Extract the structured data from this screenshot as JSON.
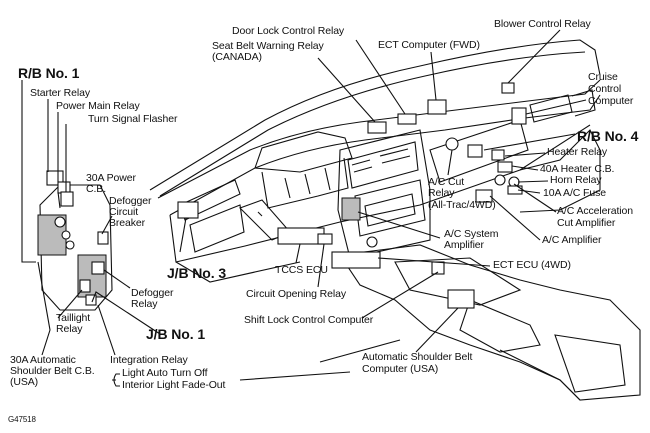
{
  "figure_id": "G47518",
  "labels": {
    "rb_no1": "R/B No. 1",
    "starter_relay": "Starter Relay",
    "power_main_relay": "Power Main Relay",
    "turn_signal_flasher": "Turn Signal Flasher",
    "power_cb_30a_1": "30A Power",
    "power_cb_30a_2": "C.B.",
    "defogger_cb_1": "Defogger",
    "defogger_cb_2": "Circuit",
    "defogger_cb_3": "Breaker",
    "jb_no3": "J/B No. 3",
    "defogger_relay_1": "Defogger",
    "defogger_relay_2": "Relay",
    "taillight_relay_1": "Taillight",
    "taillight_relay_2": "Relay",
    "jb_no1": "J/B No. 1",
    "auto_belt_cb_1": "30A Automatic",
    "auto_belt_cb_2": "Shoulder Belt C.B.",
    "auto_belt_cb_3": "(USA)",
    "integration_relay": "Integration Relay",
    "light_auto_turn_off": "Light Auto Turn Off",
    "interior_light_fade_out": "Interior Light Fade-Out",
    "seat_belt_warning_1": "Seat Belt Warning Relay",
    "seat_belt_warning_2": "(CANADA)",
    "door_lock_control_relay": "Door Lock Control Relay",
    "ect_computer_fwd": "ECT Computer (FWD)",
    "blower_control_relay": "Blower Control Relay",
    "cruise_control_1": "Cruise",
    "cruise_control_2": "Control",
    "cruise_control_3": "Computer",
    "rb_no4": "R/B No. 4",
    "heater_relay": "Heater Relay",
    "heater_cb_40a": "40A Heater C.B.",
    "horn_relay": "Horn Relay",
    "ac_fuse_10a": "10A A/C Fuse",
    "ac_cut_relay_1": "A/C Cut",
    "ac_cut_relay_2": "Relay",
    "ac_cut_relay_3": "(All-Trac/4WD)",
    "ac_accel_cut_1": "A/C Acceleration",
    "ac_accel_cut_2": "Cut Amplifier",
    "ac_system_amp_1": "A/C System",
    "ac_system_amp_2": "Amplifier",
    "ac_amplifier": "A/C Amplifier",
    "tccs_ecu": "TCCS ECU",
    "ect_ecu_4wd": "ECT ECU (4WD)",
    "circuit_opening_relay": "Circuit Opening Relay",
    "shift_lock_control_computer": "Shift Lock Control Computer",
    "auto_belt_computer_1": "Automatic Shoulder Belt",
    "auto_belt_computer_2": "Computer (USA)"
  }
}
